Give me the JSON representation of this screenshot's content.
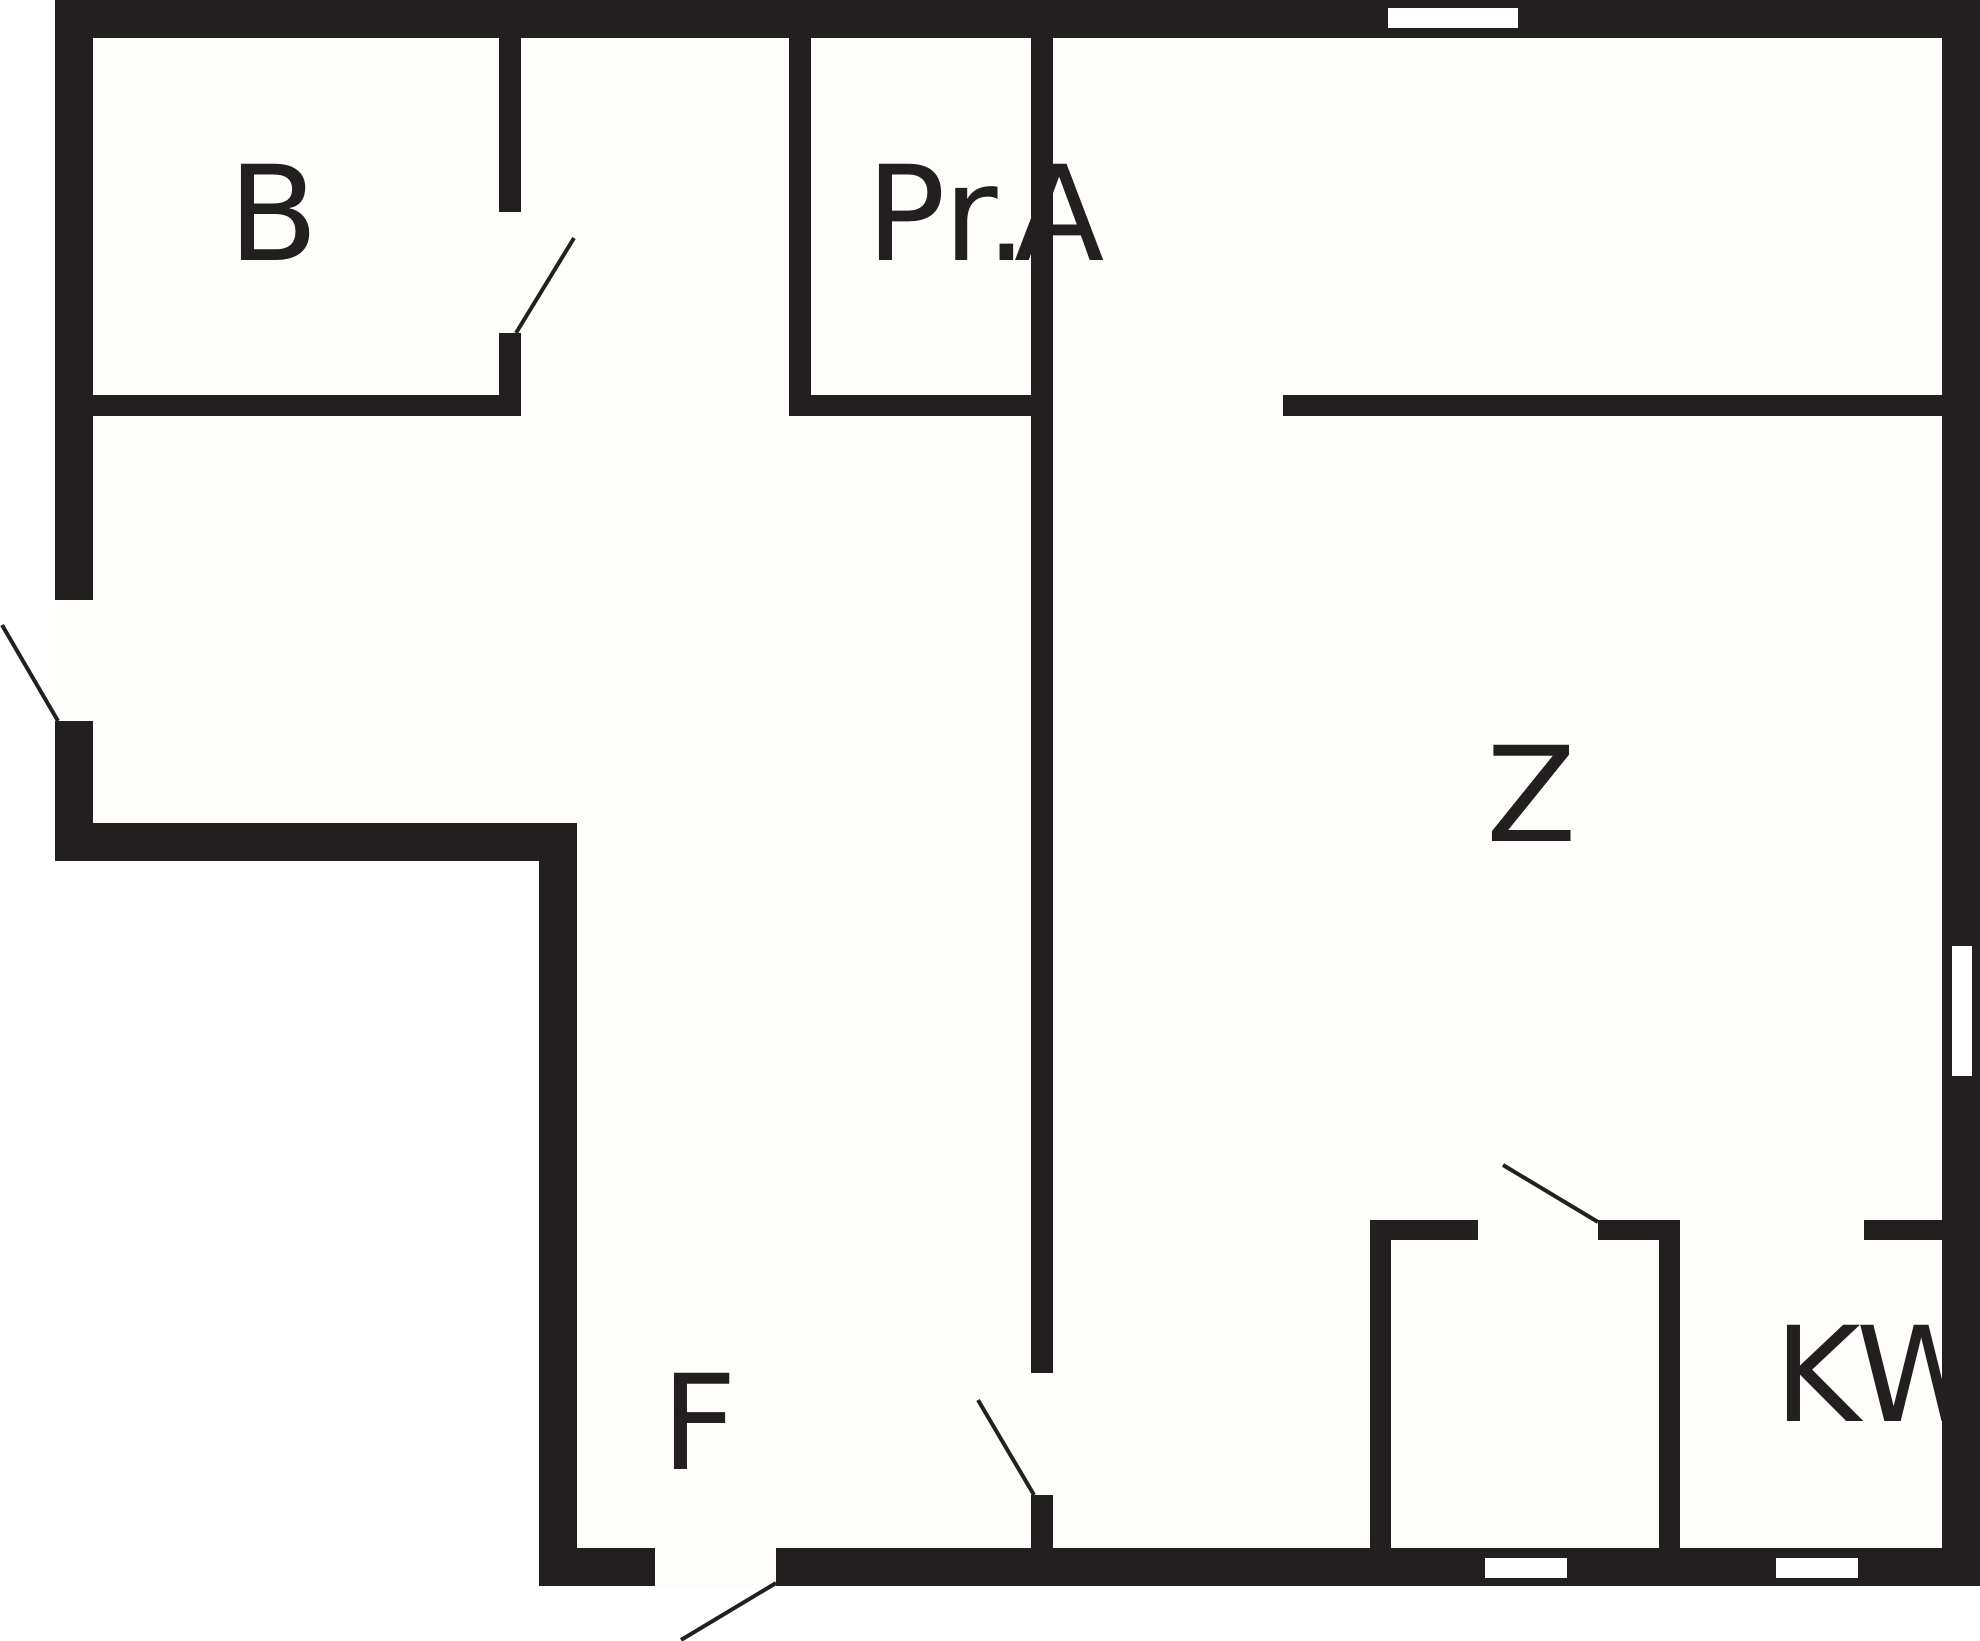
{
  "colors": {
    "wall": "#231f20",
    "floor": "#fdfdf9",
    "opening": "#ffffff"
  },
  "rooms": {
    "b": "B",
    "pr": "Pr.",
    "a": "A",
    "z": "Z",
    "f": "F",
    "kw": "KW"
  }
}
